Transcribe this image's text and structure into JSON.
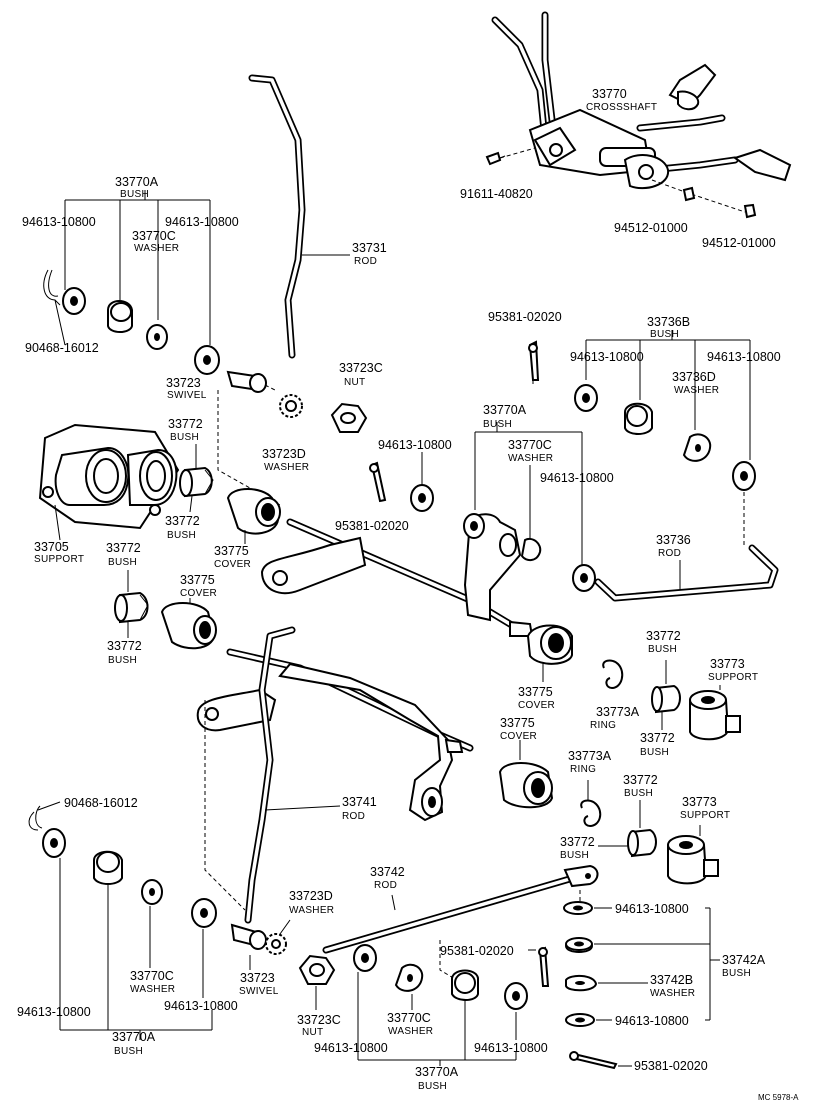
{
  "diagram": {
    "code": "MC 5978-A",
    "labels": {
      "crossshaft": {
        "num": "33770",
        "word": "CROSSSHAFT"
      },
      "bolt": {
        "num": "91611-40820"
      },
      "washer_a": {
        "num": "94512-01000"
      },
      "washer_b": {
        "num": "94512-01000"
      },
      "bush_group_tl": {
        "num": "33770A",
        "word": "BUSH"
      },
      "wsh_tl_1": {
        "num": "94613-10800"
      },
      "wsh_tl_2": {
        "num": "94613-10800"
      },
      "washer_tl": {
        "num": "33770C",
        "word": "WASHER"
      },
      "pin_tl": {
        "num": "90468-16012"
      },
      "rod_top": {
        "num": "33731",
        "word": "ROD"
      },
      "swivel_top": {
        "num": "33723",
        "word": "SWIVEL"
      },
      "nut_top": {
        "num": "33723C",
        "word": "NUT"
      },
      "washer_d_top": {
        "num": "33723D",
        "word": "WASHER"
      },
      "bush_772_a": {
        "num": "33772",
        "word": "BUSH"
      },
      "bush_772_b": {
        "num": "33772",
        "word": "BUSH"
      },
      "support_705": {
        "num": "33705",
        "word": "SUPPORT"
      },
      "cover_775_a": {
        "num": "33775",
        "word": "COVER"
      },
      "bush_772_c": {
        "num": "33772",
        "word": "BUSH"
      },
      "cover_775_b": {
        "num": "33775",
        "word": "COVER"
      },
      "bush_772_d": {
        "num": "33772",
        "word": "BUSH"
      },
      "cotter_top": {
        "num": "95381-02020"
      },
      "bush_group_736b": {
        "num": "33736B",
        "word": "BUSH"
      },
      "wsh_736_1": {
        "num": "94613-10800"
      },
      "wsh_736_2": {
        "num": "94613-10800"
      },
      "washer_736d": {
        "num": "33736D",
        "word": "WASHER"
      },
      "bush_group_mid": {
        "num": "33770A",
        "word": "BUSH"
      },
      "wsh_mid_1": {
        "num": "94613-10800"
      },
      "washer_mid": {
        "num": "33770C",
        "word": "WASHER"
      },
      "wsh_mid_2": {
        "num": "94613-10800"
      },
      "cotter_mid": {
        "num": "95381-02020"
      },
      "rod_736": {
        "num": "33736",
        "word": "ROD"
      },
      "cover_775_c": {
        "num": "33775",
        "word": "COVER"
      },
      "bush_772_e": {
        "num": "33772",
        "word": "BUSH"
      },
      "support_773_a": {
        "num": "33773",
        "word": "SUPPORT"
      },
      "ring_773a_a": {
        "num": "33773A",
        "word": "RING"
      },
      "bush_772_f": {
        "num": "33772",
        "word": "BUSH"
      },
      "cover_775_d": {
        "num": "33775",
        "word": "COVER"
      },
      "ring_773a_b": {
        "num": "33773A",
        "word": "RING"
      },
      "bush_772_g": {
        "num": "33772",
        "word": "BUSH"
      },
      "support_773_b": {
        "num": "33773",
        "word": "SUPPORT"
      },
      "bush_772_h": {
        "num": "33772",
        "word": "BUSH"
      },
      "pin_bl": {
        "num": "90468-16012"
      },
      "rod_741": {
        "num": "33741",
        "word": "ROD"
      },
      "washer_d_bot": {
        "num": "33723D",
        "word": "WASHER"
      },
      "swivel_bot": {
        "num": "33723",
        "word": "SWIVEL"
      },
      "rod_742": {
        "num": "33742",
        "word": "ROD"
      },
      "washer_bl": {
        "num": "33770C",
        "word": "WASHER"
      },
      "wsh_bl_1": {
        "num": "94613-10800"
      },
      "wsh_bl_2": {
        "num": "94613-10800"
      },
      "bush_group_bl": {
        "num": "33770A",
        "word": "BUSH"
      },
      "nut_bot": {
        "num": "33723C",
        "word": "NUT"
      },
      "wsh_bm_1": {
        "num": "94613-10800"
      },
      "washer_bm": {
        "num": "33770C",
        "word": "WASHER"
      },
      "wsh_bm_2": {
        "num": "94613-10800"
      },
      "bush_group_bm": {
        "num": "33770A",
        "word": "BUSH"
      },
      "cotter_bm": {
        "num": "95381-02020"
      },
      "wsh_br_1": {
        "num": "94613-10800"
      },
      "bush_group_742a": {
        "num": "33742A",
        "word": "BUSH"
      },
      "washer_742b": {
        "num": "33742B",
        "word": "WASHER"
      },
      "wsh_br_2": {
        "num": "94613-10800"
      },
      "cotter_br": {
        "num": "95381-02020"
      }
    }
  }
}
